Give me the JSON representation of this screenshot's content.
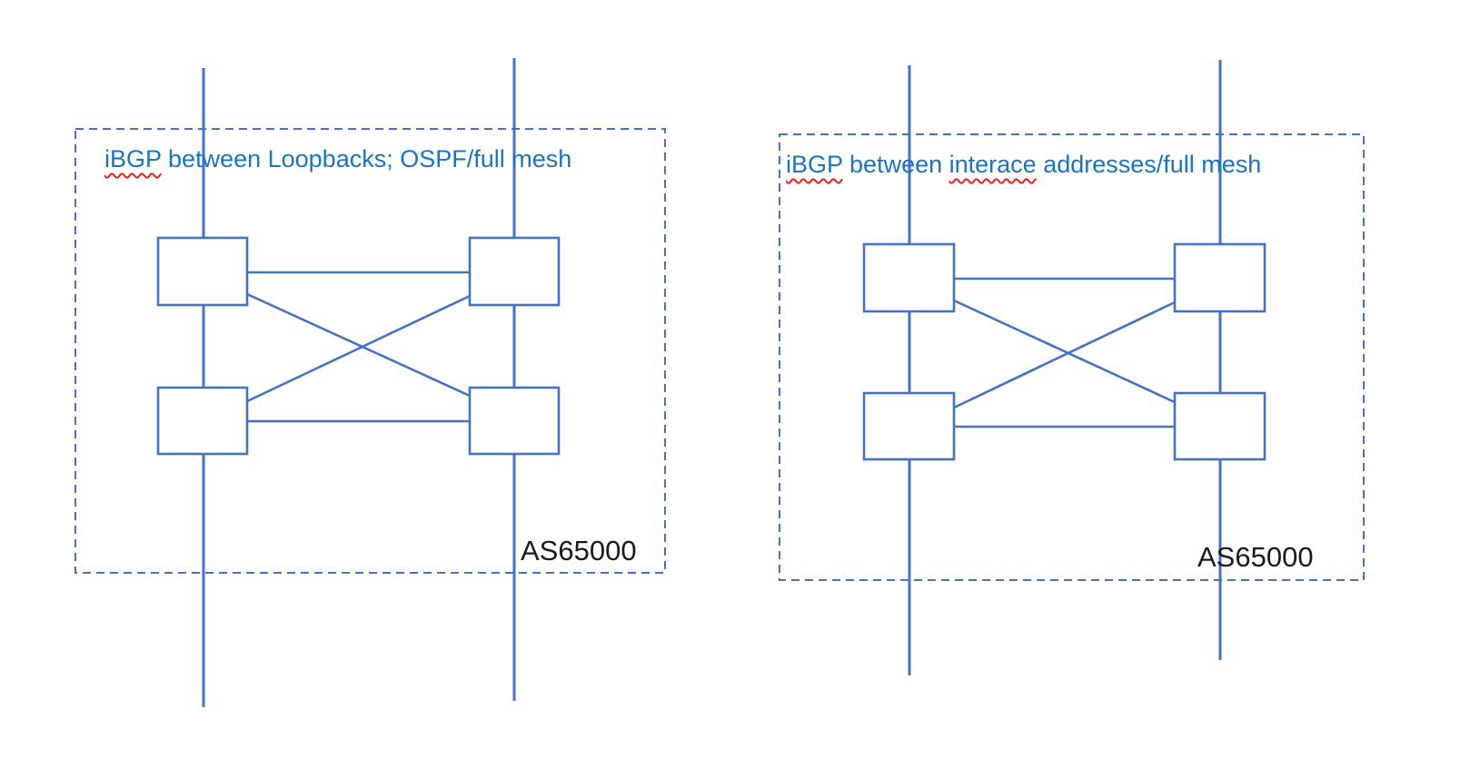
{
  "colors": {
    "shape-blue": "#4472C4",
    "title-blue": "#1B74C0",
    "label-black": "#1A1A1A",
    "squiggle-red": "#E5231F",
    "background": "#FFFFFF"
  },
  "left_diagram": {
    "title": {
      "word1": "iBGP",
      "rest": " between Loopbacks; OSPF/full mesh"
    },
    "as_label": "AS65000",
    "router_count": 4,
    "topology": "full mesh"
  },
  "right_diagram": {
    "title": {
      "word1": "iBGP",
      "mid": " between ",
      "word2": "interace",
      "rest": " addresses/full mesh"
    },
    "as_label": "AS65000",
    "router_count": 4,
    "topology": "full mesh"
  }
}
